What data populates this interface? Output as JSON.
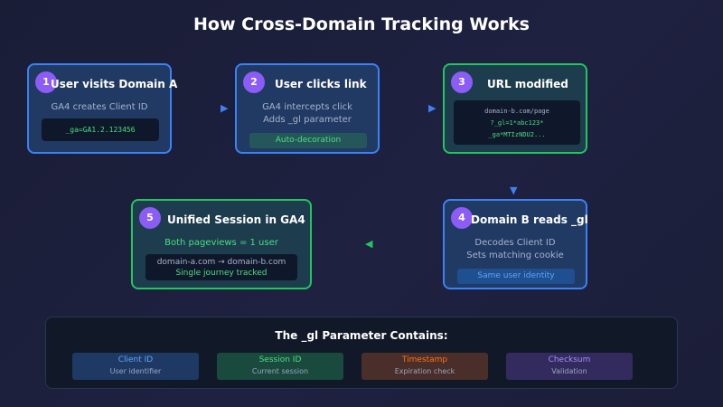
{
  "title": "How Cross-Domain Tracking Works",
  "steps": [
    {
      "num": "1",
      "title": "User visits Domain A",
      "text": "GA4 creates Client ID",
      "code": "_ga=GA1.2.123456"
    },
    {
      "num": "2",
      "title": "User clicks link",
      "line1": "GA4 intercepts click",
      "line2": "Adds _gl parameter",
      "pill": "Auto-decoration"
    },
    {
      "num": "3",
      "title": "URL modified",
      "code_line1": "domain-b.com/page",
      "code_line2": "?_gl=1*abc123*",
      "code_line3": "_ga*MTIzNDU2..."
    },
    {
      "num": "4",
      "title": "Domain B reads _gl",
      "line1": "Decodes Client ID",
      "line2": "Sets matching cookie",
      "pill": "Same user identity"
    },
    {
      "num": "5",
      "title": "Unified Session in GA4",
      "text": "Both pageviews = 1 user",
      "code_line1": "domain-a.com → domain-b.com",
      "code_line2": "Single journey tracked"
    }
  ],
  "parameter_panel": {
    "title": "The _gl Parameter Contains:",
    "items": [
      {
        "label": "Client ID",
        "desc": "User identifier",
        "color": "#60a5fa",
        "bg": "#1e3a64"
      },
      {
        "label": "Session ID",
        "desc": "Current session",
        "color": "#4ade80",
        "bg": "#1a4a3e"
      },
      {
        "label": "Timestamp",
        "desc": "Expiration check",
        "color": "#f97316",
        "bg": "#4a2e2a"
      },
      {
        "label": "Checksum",
        "desc": "Validation",
        "color": "#a78bfa",
        "bg": "#332b5e"
      }
    ]
  },
  "colors": {
    "blue_border": "#3b82f6",
    "green_border": "#22c55e",
    "badge": "#8b5cf6",
    "code_text": "#4ade80"
  },
  "arrows": [
    {
      "glyph": "▶",
      "color": "blue"
    },
    {
      "glyph": "▶",
      "color": "blue"
    },
    {
      "glyph": "▼",
      "color": "blue"
    },
    {
      "glyph": "◀",
      "color": "green"
    }
  ]
}
